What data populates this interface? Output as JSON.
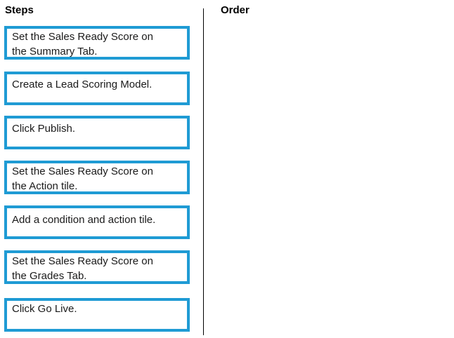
{
  "headings": {
    "steps": "Steps",
    "order": "Order"
  },
  "colors": {
    "box_border": "#1f9bd4",
    "divider": "#000000",
    "text": "#1a1a1a"
  },
  "steps": [
    {
      "label": "Set the Sales Ready Score on\nthe Summary Tab."
    },
    {
      "label": "Create a Lead Scoring Model."
    },
    {
      "label": "Click Publish."
    },
    {
      "label": "Set the Sales Ready Score on\nthe Action tile."
    },
    {
      "label": "Add a condition and action tile."
    },
    {
      "label": "Set the Sales Ready Score on\nthe Grades Tab."
    },
    {
      "label": "Click Go Live."
    }
  ],
  "order": []
}
